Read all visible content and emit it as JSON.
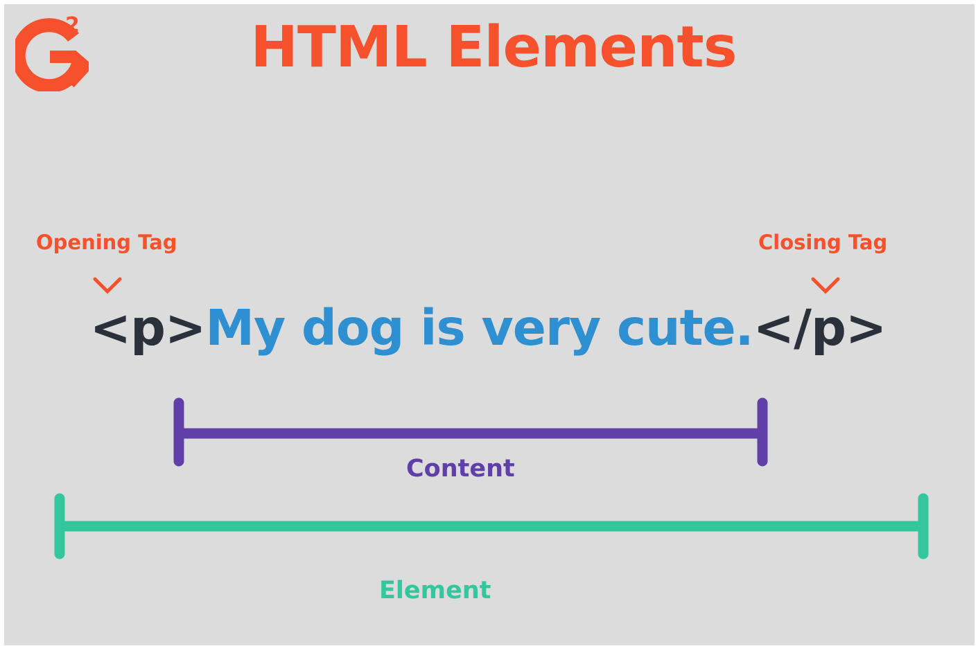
{
  "logo": {
    "name": "g2-logo",
    "glyph": "G",
    "superscript": "2"
  },
  "title": "HTML Elements",
  "labels": {
    "opening_tag": "Opening Tag",
    "closing_tag": "Closing Tag"
  },
  "code": {
    "open_tag": "<p>",
    "content": "My dog is very cute.",
    "close_tag": "</p>"
  },
  "brackets": {
    "content_label": "Content",
    "element_label": "Element"
  },
  "colors": {
    "background": "#dcdcdc",
    "accent_orange": "#f4512c",
    "tag_dark": "#2a313b",
    "content_blue": "#2e8fd1",
    "content_purple": "#603fa8",
    "element_green": "#34c79e"
  }
}
